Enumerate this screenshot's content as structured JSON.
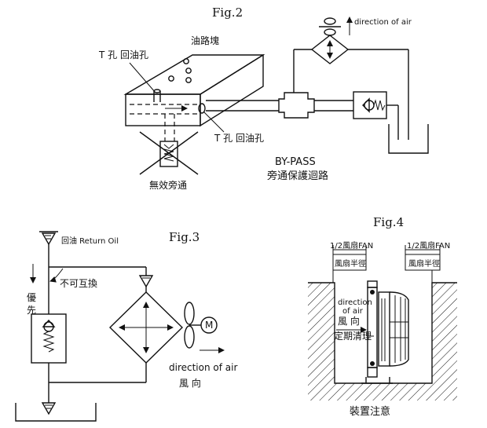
{
  "fig2": {
    "title": "Fig.2",
    "label_block": "油路塊",
    "label_t_hole_top": "T 孔 回油孔",
    "label_t_hole_right": "T 孔 回油孔",
    "label_invalid_bypass": "無效旁通",
    "label_direction_air": "direction of air",
    "label_bypass_en": "BY-PASS",
    "label_bypass_cn": "旁通保護迴路"
  },
  "fig3": {
    "title": "Fig.3",
    "label_return_oil": "回油 Return Oil",
    "label_priority_1": "優",
    "label_priority_2": "先",
    "label_not_interchangeable": "不可互換",
    "label_direction_air": "direction of air",
    "label_wind_dir": "風 向",
    "motor_label": "M"
  },
  "fig4": {
    "title": "Fig.4",
    "label_half_fan_left": "1/2風扇FAN",
    "label_fan_radius_left": "風扇半徑",
    "label_half_fan_right": "1/2風扇FAN",
    "label_fan_radius_right": "風扇半徑",
    "label_direction_of": "direction",
    "label_of_air": "of air",
    "label_wind_dir": "風 向",
    "label_regular_clean": "定期清理",
    "label_install_notice": "裝置注意"
  }
}
